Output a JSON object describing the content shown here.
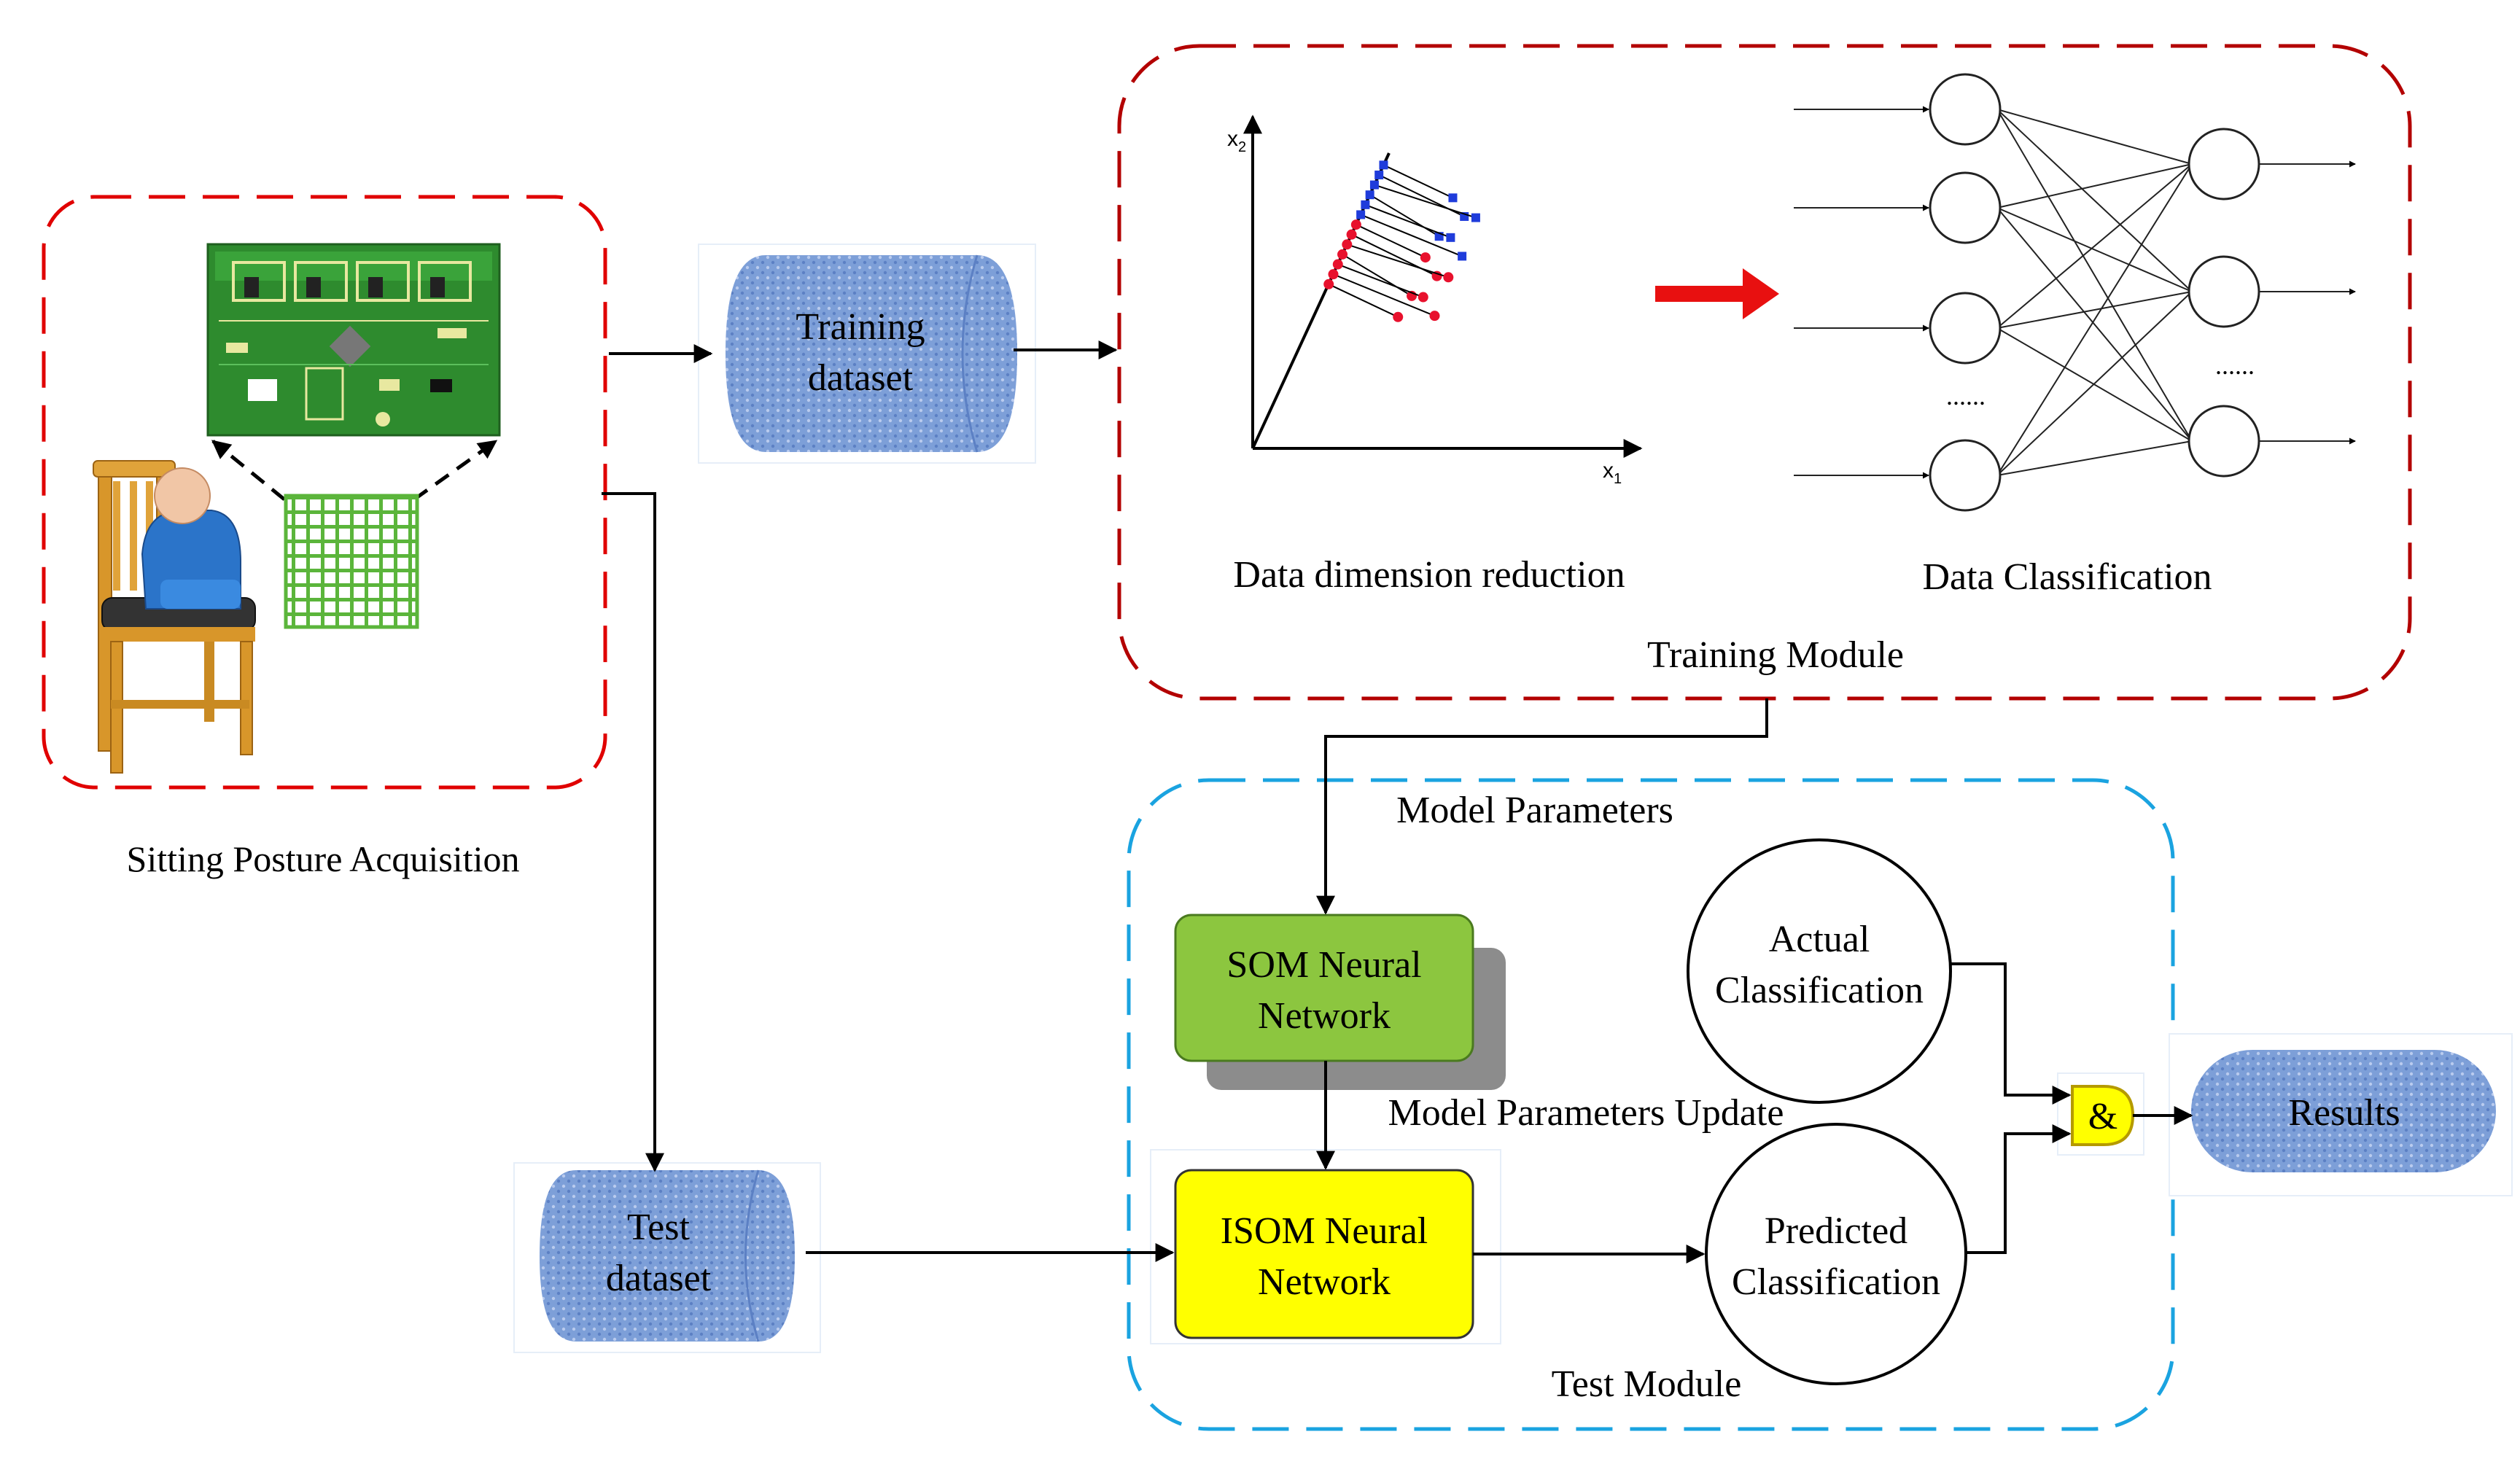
{
  "sitting": {
    "caption": "Sitting Posture Acquisition"
  },
  "training_dataset": {
    "line1": "Training",
    "line2": "dataset"
  },
  "test_dataset": {
    "line1": "Test",
    "line2": "dataset"
  },
  "training_module": {
    "title": "Training Module",
    "dim_reduction_label": "Data dimension reduction",
    "classification_label": "Data Classification",
    "axis_x": "x",
    "axis_x_sub": "1",
    "axis_y": "x",
    "axis_y_sub": "2",
    "ellipsis": "......"
  },
  "model_parameters": "Model Parameters",
  "model_parameters_update": "Model Parameters Update",
  "test_module": {
    "title": "Test Module"
  },
  "som": {
    "line1": "SOM Neural",
    "line2": "Network"
  },
  "isom": {
    "line1": "ISOM Neural",
    "line2": "Network"
  },
  "actual": {
    "line1": "Actual",
    "line2": "Classification"
  },
  "predicted": {
    "line1": "Predicted",
    "line2": "Classification"
  },
  "and_gate": {
    "symbol": "&"
  },
  "results": {
    "label": "Results"
  },
  "colors": {
    "training_border": "#b30000",
    "acquisition_border": "#e00000",
    "test_border": "#1aa3e0",
    "cylinder_fill": "#7b9fd6",
    "som_fill": "#8cc63f",
    "isom_fill": "#ffff00",
    "pcb_green": "#2e8b2e",
    "sensor_grid": "#5bb53b",
    "point_blue": "#1f3cdb",
    "point_red": "#e8112d",
    "arrow_red": "#e81010"
  }
}
